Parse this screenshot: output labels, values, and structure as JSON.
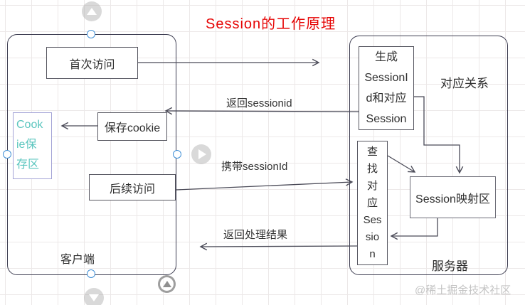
{
  "title": "Session的工作原理",
  "client": {
    "label": "客户端",
    "first_visit": "首次访问",
    "cookie_store": "Cook\nie保\n存区",
    "save_cookie": "保存cookie",
    "followup_visit": "后续访问"
  },
  "server": {
    "label": "服务器",
    "generate": "生成\nSessionI\nd和对应\nSession",
    "mapping_relation": "对应关系",
    "lookup": "查\n找\n对\n应\nSes\nsio\nn",
    "session_map": "Session映射区"
  },
  "edges": {
    "return_sessionid": "返回sessionid",
    "carry_sessionid": "携带sessionId",
    "return_result": "返回处理结果"
  },
  "watermark": "@稀土掘金技术社区",
  "colors": {
    "title_red": "#e60505",
    "cookie_text_teal": "#5cc6bf",
    "cookie_border_purple": "#a3a3d6",
    "connector_gray": "#4a4a57",
    "handle_blue": "#3f8fd6",
    "watermark_gray": "#c4c4c4"
  },
  "icons": {
    "top": "scroll-up-icon",
    "middle": "play-icon",
    "bottom_right": "scroll-to-top-icon",
    "bottom": "scroll-down-icon"
  }
}
